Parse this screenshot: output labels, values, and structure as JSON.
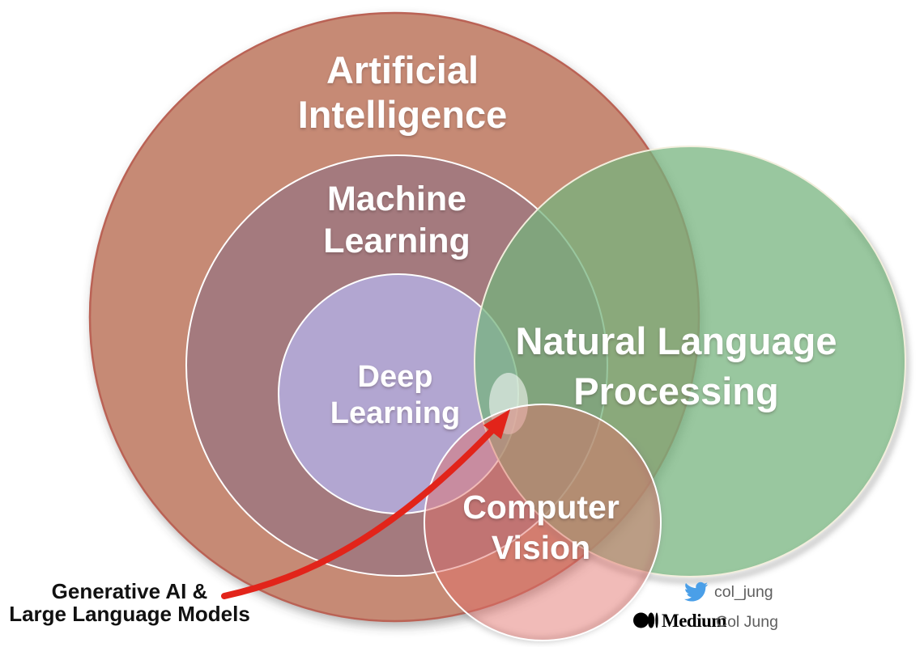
{
  "diagram": {
    "background": "#ffffff",
    "label_color": "#ffffff",
    "circles": {
      "ai": {
        "label_line1": "Artificial",
        "label_line2": "Intelligence",
        "fill": "#c68a75",
        "stroke": "#ba6254"
      },
      "ml": {
        "label_line1": "Machine",
        "label_line2": "Learning",
        "fill": "#a47a7e",
        "stroke": "#ffffff"
      },
      "dl": {
        "label_line1": "Deep",
        "label_line2": "Learning",
        "fill": "#b2a6d1",
        "stroke": "#ffffff"
      },
      "nlp": {
        "label_line1": "Natural Language",
        "label_line2": "Processing",
        "fill": "#76b37e",
        "fill_opacity": "0.74",
        "stroke": "#f2eedd"
      },
      "cv": {
        "label_line1": "Computer",
        "label_line2": "Vision",
        "fill": "#e16e69",
        "fill_opacity": "0.47",
        "stroke": "#ffffff"
      },
      "genai_spot": {
        "fill": "#ffffff",
        "fill_opacity": "0.55"
      }
    },
    "annotation": {
      "line1": "Generative AI &",
      "line2": "Large Language Models",
      "text_color": "#111111",
      "arrow_color": "#e2241a"
    }
  },
  "attribution": {
    "twitter": {
      "handle": "col_jung",
      "icon_color": "#4a9fe8"
    },
    "medium": {
      "wordmark": "Medium",
      "author": "Col Jung",
      "logo_color": "#000000"
    },
    "text_color": "#5f5f5f"
  }
}
